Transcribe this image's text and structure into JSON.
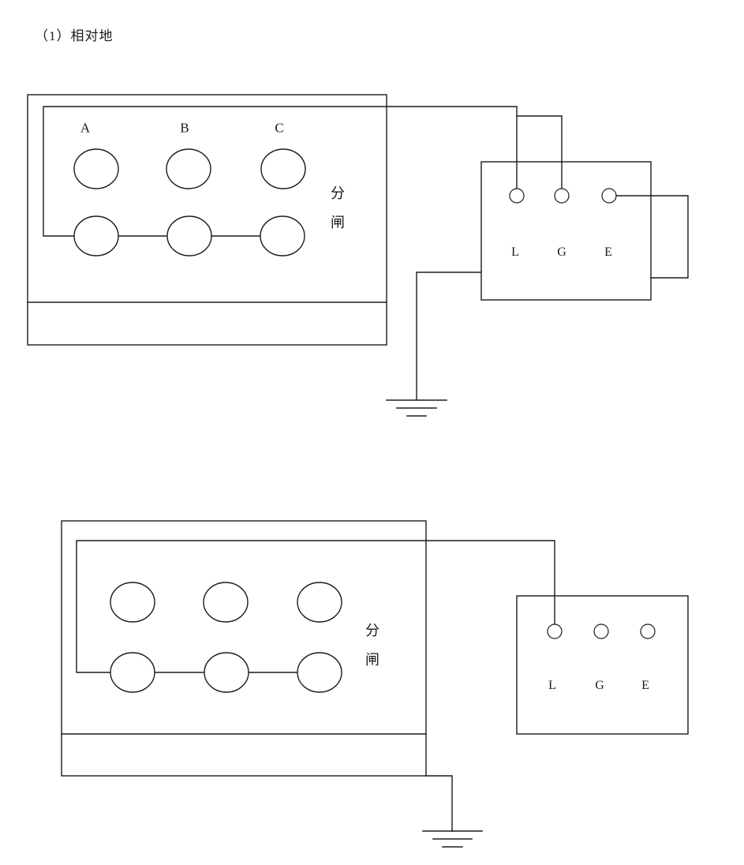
{
  "title": "（1）相对地",
  "diagram1": {
    "phase_labels": [
      "A",
      "B",
      "C"
    ],
    "breaker_state": "分闸",
    "terminal_labels": [
      "L",
      "G",
      "E"
    ]
  },
  "diagram2": {
    "breaker_state": "分闸",
    "terminal_labels": [
      "L",
      "G",
      "E"
    ]
  }
}
